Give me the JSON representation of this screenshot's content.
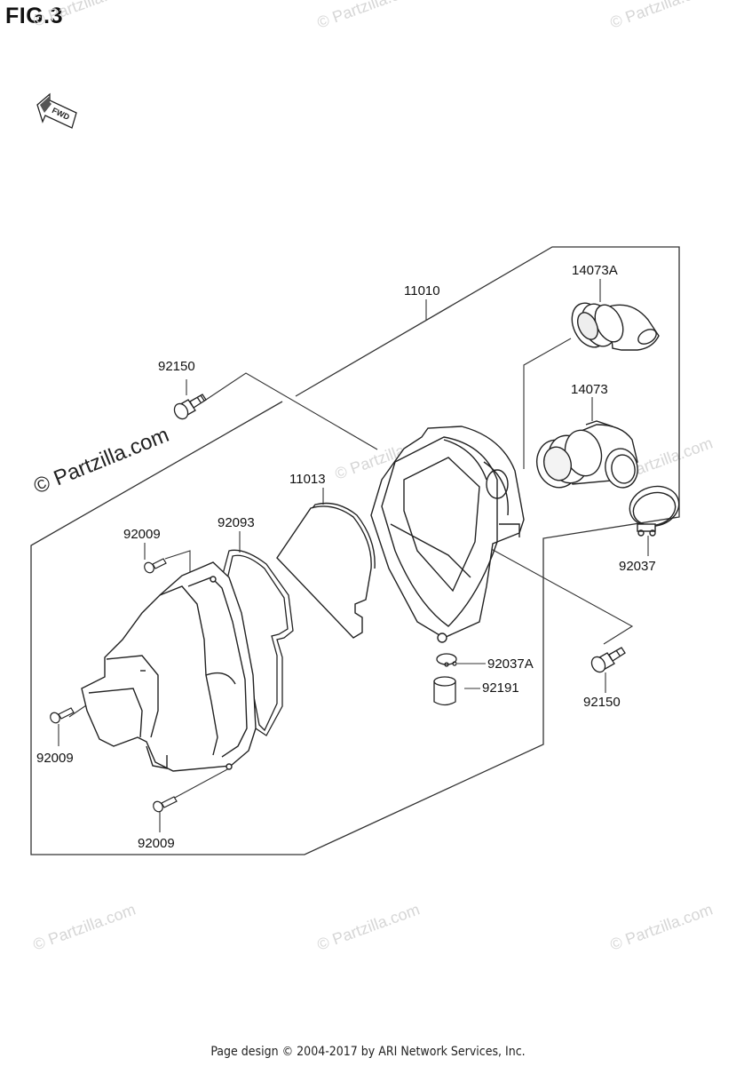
{
  "figure": {
    "title": "FIG.3"
  },
  "fwd_arrow": {
    "text": "FWD"
  },
  "parts": {
    "p11010": "11010",
    "p14073A": "14073A",
    "p14073": "14073",
    "p92150_top": "92150",
    "p92150_right": "92150",
    "p11013": "11013",
    "p92009_top": "92009",
    "p92093": "92093",
    "p92037": "92037",
    "p92037A": "92037A",
    "p92191": "92191",
    "p92009_left": "92009",
    "p92009_bottom": "92009"
  },
  "watermarks": {
    "main": "© Partzilla.com",
    "faint": "© Partzilla.com"
  },
  "footer": {
    "text": "Page design © 2004-2017 by ARI Network Services, Inc."
  }
}
